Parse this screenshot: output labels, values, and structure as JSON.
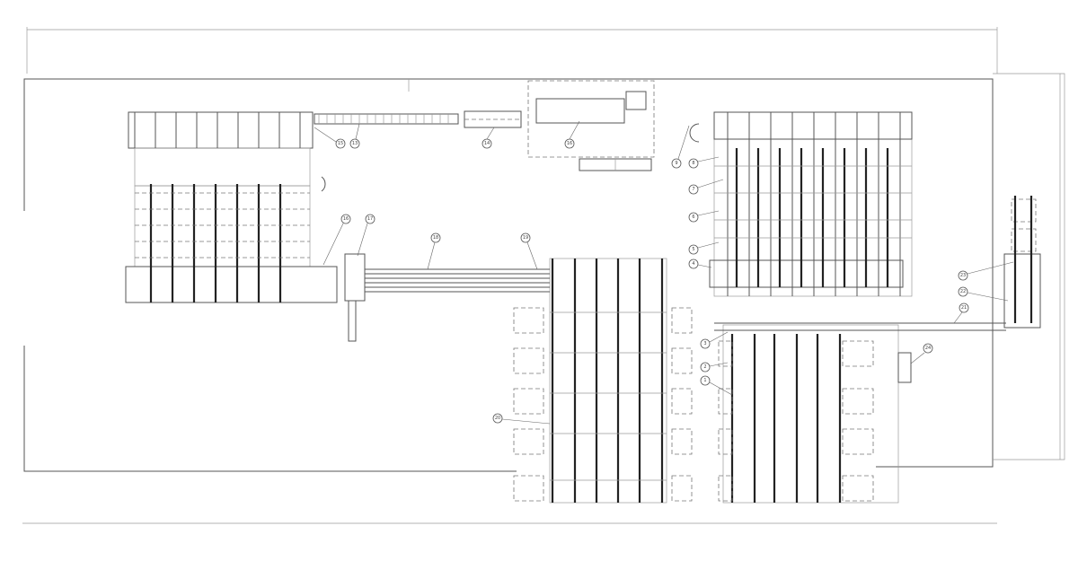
{
  "drawing": {
    "type": "plant layout plan",
    "line_color": "#222222",
    "paper_color": "#ffffff"
  },
  "callouts": [
    "15",
    "13",
    "14",
    "16",
    "16",
    "17",
    "18",
    "19",
    "9",
    "8",
    "7",
    "6",
    "5",
    "4",
    "3",
    "2",
    "1",
    "20",
    "23",
    "22",
    "21",
    "24"
  ]
}
